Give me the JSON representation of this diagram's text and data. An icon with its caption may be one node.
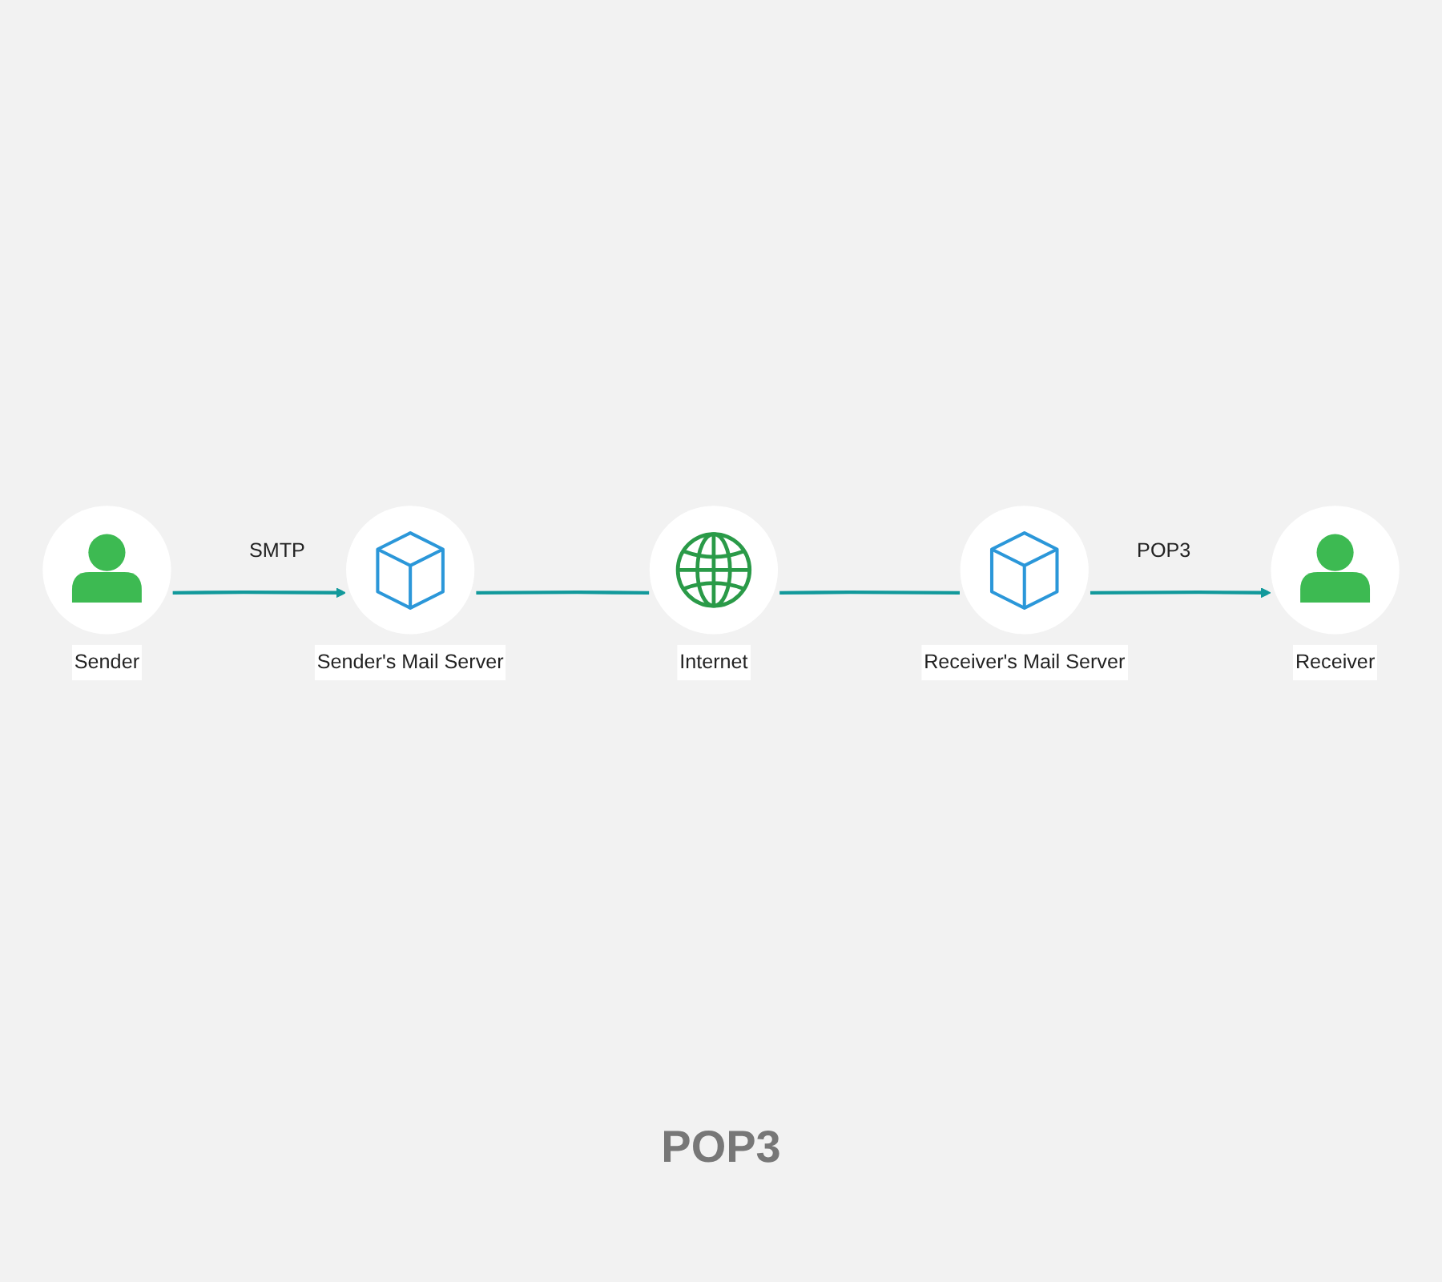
{
  "diagram": {
    "caption": "POP3",
    "nodes": [
      {
        "text": [
          "Sender"
        ]
      },
      {
        "text": [
          "Sender's Mail Server"
        ],
        "beside": [
          "SMTP"
        ]
      },
      {
        "text": [
          "Internet"
        ]
      },
      {
        "text": [
          "Receiver's Mail Server"
        ],
        "beside": [
          "POP3"
        ]
      },
      {
        "text": [
          "Receiver"
        ]
      }
    ],
    "edges": [
      {
        "from": 0,
        "to": 1,
        "arrow": "to"
      },
      {
        "from": 1,
        "to": 2,
        "arrow": "none"
      },
      {
        "from": 2,
        "to": 3,
        "arrow": "none"
      },
      {
        "from": 3,
        "to": 4,
        "arrow": "to"
      }
    ]
  }
}
